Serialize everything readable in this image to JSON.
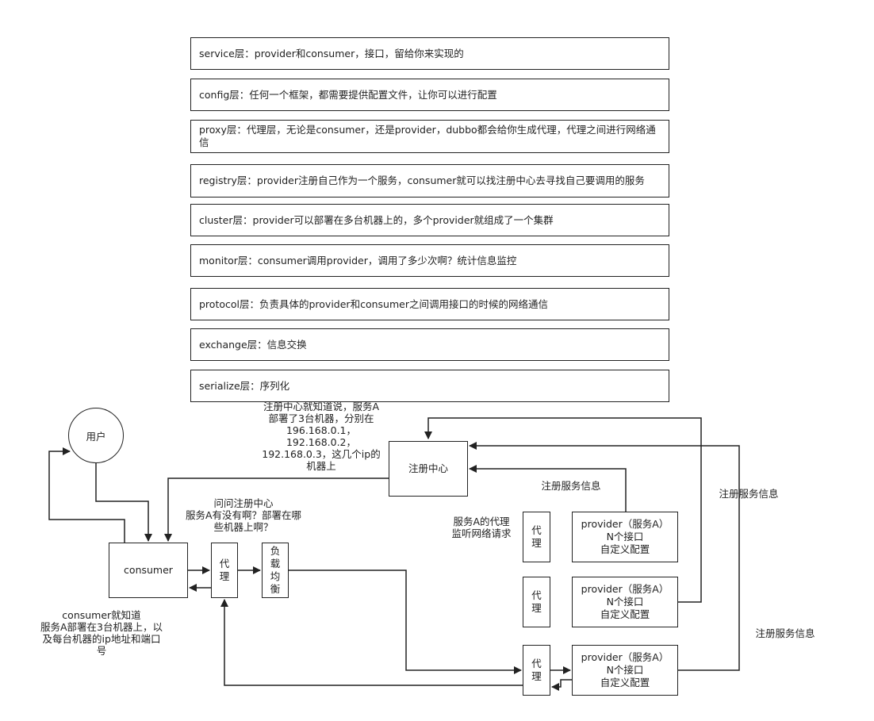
{
  "layers": [
    "service层：provider和consumer，接口，留给你来实现的",
    "config层：任何一个框架，都需要提供配置文件，让你可以进行配置",
    "proxy层：代理层，无论是consumer，还是provider，dubbo都会给你生成代理，代理之间进行网络通信",
    "registry层：provider注册自己作为一个服务，consumer就可以找注册中心去寻找自己要调用的服务",
    "cluster层：provider可以部署在多台机器上的，多个provider就组成了一个集群",
    "monitor层：consumer调用provider，调用了多少次啊？统计信息监控",
    "protocol层：负责具体的provider和consumer之间调用接口的时候的网络通信",
    "exchange层：信息交换",
    "serialize层：序列化"
  ],
  "nodes": {
    "user": "用户",
    "consumer": "consumer",
    "proxy": "代理",
    "load_balance": "负载均衡",
    "registry": "注册中心",
    "provider_line1": "provider（服务A）",
    "provider_line2": "N个接口",
    "provider_line3": "自定义配置"
  },
  "notes": {
    "registry_reply": "注册中心就知道说，服务A\n部署了3台机器，分别在\n196.168.0.1，\n192.168.0.2，\n192.168.0.3，这几个ip的\n机器上",
    "ask_registry": "问问注册中心\n服务A有没有啊？部署在哪\n些机器上啊？",
    "consumer_knows": "consumer就知道\n服务A部署在3台机器上，以\n及每台机器的ip地址和端口\n号",
    "proxy_listen": "服务A的代理\n监听网络请求",
    "register_info": "注册服务信息"
  },
  "colors": {
    "line": "#222222",
    "background": "#ffffff"
  }
}
